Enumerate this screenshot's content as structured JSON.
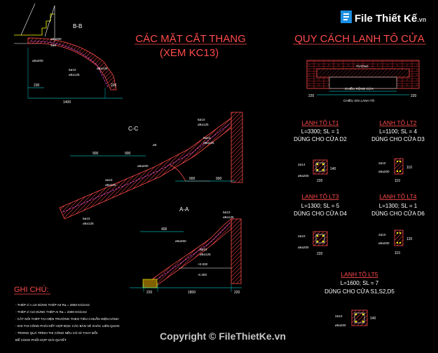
{
  "titles": {
    "stairs": "CÁC MẶT CẮT THANG",
    "stairs_ref": "(XEM KC13)",
    "lintel": "QUY CÁCH LANH TÔ CỬA"
  },
  "sections": {
    "bb": "B-B",
    "cc": "C-C",
    "aa": "A-A"
  },
  "lintel_diagram": {
    "wall": "TƯỜNG",
    "opening_width": "CHIỀU RỘNG CỬA",
    "lintel_length": "CHIỀU DÀI LANH TÔ"
  },
  "lintels": [
    {
      "name": "LANH TÔ LT1",
      "spec": "L=3300; SL = 1",
      "use": "DÙNG CHO CỬA D2"
    },
    {
      "name": "LANH TÔ LT2",
      "spec": "L=1100; SL = 4",
      "use": "DÙNG CHO CỬA D3"
    },
    {
      "name": "LANH TÔ LT3",
      "spec": "L=1300; SL = 5",
      "use": "DÙNG CHO CỬA D4"
    },
    {
      "name": "LANH TÔ LT4",
      "spec": "L=1300; SL = 1",
      "use": "DÙNG CHO CỬA D6"
    },
    {
      "name": "LANH TÔ LT5",
      "spec": "L=1600; SL = 7",
      "use": "DÙNG CHO CỬA S1,S2,D5"
    }
  ],
  "rebar_labels": {
    "bb_a": "ø6a250",
    "bb_b": "2ø8",
    "bb_c": "ø6a200",
    "bb_d": "5ø10",
    "bb_e": "ø8a125",
    "bb_f": "ø6a125",
    "cc_a": "5ø10",
    "cc_b": "ø8a125",
    "cc_c": "ø6",
    "cc_d": "ø6a200",
    "cc_e": "2ø10",
    "cc_f": "ø8a125",
    "cc_g": "5ø10",
    "cc_h": "ø6a125",
    "aa_a": "5ø10",
    "aa_b": "ø8a125",
    "aa_c": "ø6a250",
    "aa_d": "6ø10",
    "lt_a": "2ø14",
    "lt_b": "ø6a200",
    "lt_c": "2ø10"
  },
  "dims": {
    "bb_1": "230",
    "bb_2": "1400",
    "bb_3": "220",
    "cc_1": "900",
    "cc_2": "900",
    "cc_3": "900",
    "cc_4": "900",
    "aa_1": "400",
    "aa_2": "220",
    "aa_3": "1800",
    "aa_4": "220",
    "lt_w1": "220",
    "lt_w2": "110",
    "lt_h": "110",
    "lt_h2": "120",
    "lt_h3": "140",
    "lintel_end": "220"
  },
  "levels": {
    "l1": "+0.000",
    "l2": "-0.300"
  },
  "notes": {
    "heading": "GHI CHÚ:",
    "lines": [
      "- THÉP d >=10 DÙNG THÉP AII    Ra = 2800 KG/cm2",
      "- THÉP d <10 DÙNG THÉP AI      Ra = 2300 KG/cm2",
      "- CẮT NỐI THÉP TẠI HIỆN TRƯỜNG THEO TIÊU CHUẨN HIỆN HÀNH",
      "- KHI THI CÔNG PHẢI KẾT HỢP ĐỌC CÁC BẢN VẼ KHÁC LIÊN QUAN",
      "- TRONG QUÁ TRÌNH THI CÔNG NẾU CÓ GÌ THAY ĐỔI",
      "  ĐỂ CÙNG PHỐI HỢP GIẢI QUYẾT"
    ]
  },
  "watermark": "Copyright © FileThietKe.vn",
  "logo": {
    "text": "File Thiết Kế",
    "suffix": ".vn"
  },
  "colors": {
    "red": "#ff4a4a",
    "yellow": "#ffff00",
    "cyan": "#00ffff",
    "magenta": "#ff55ff",
    "green": "#33ff33"
  }
}
